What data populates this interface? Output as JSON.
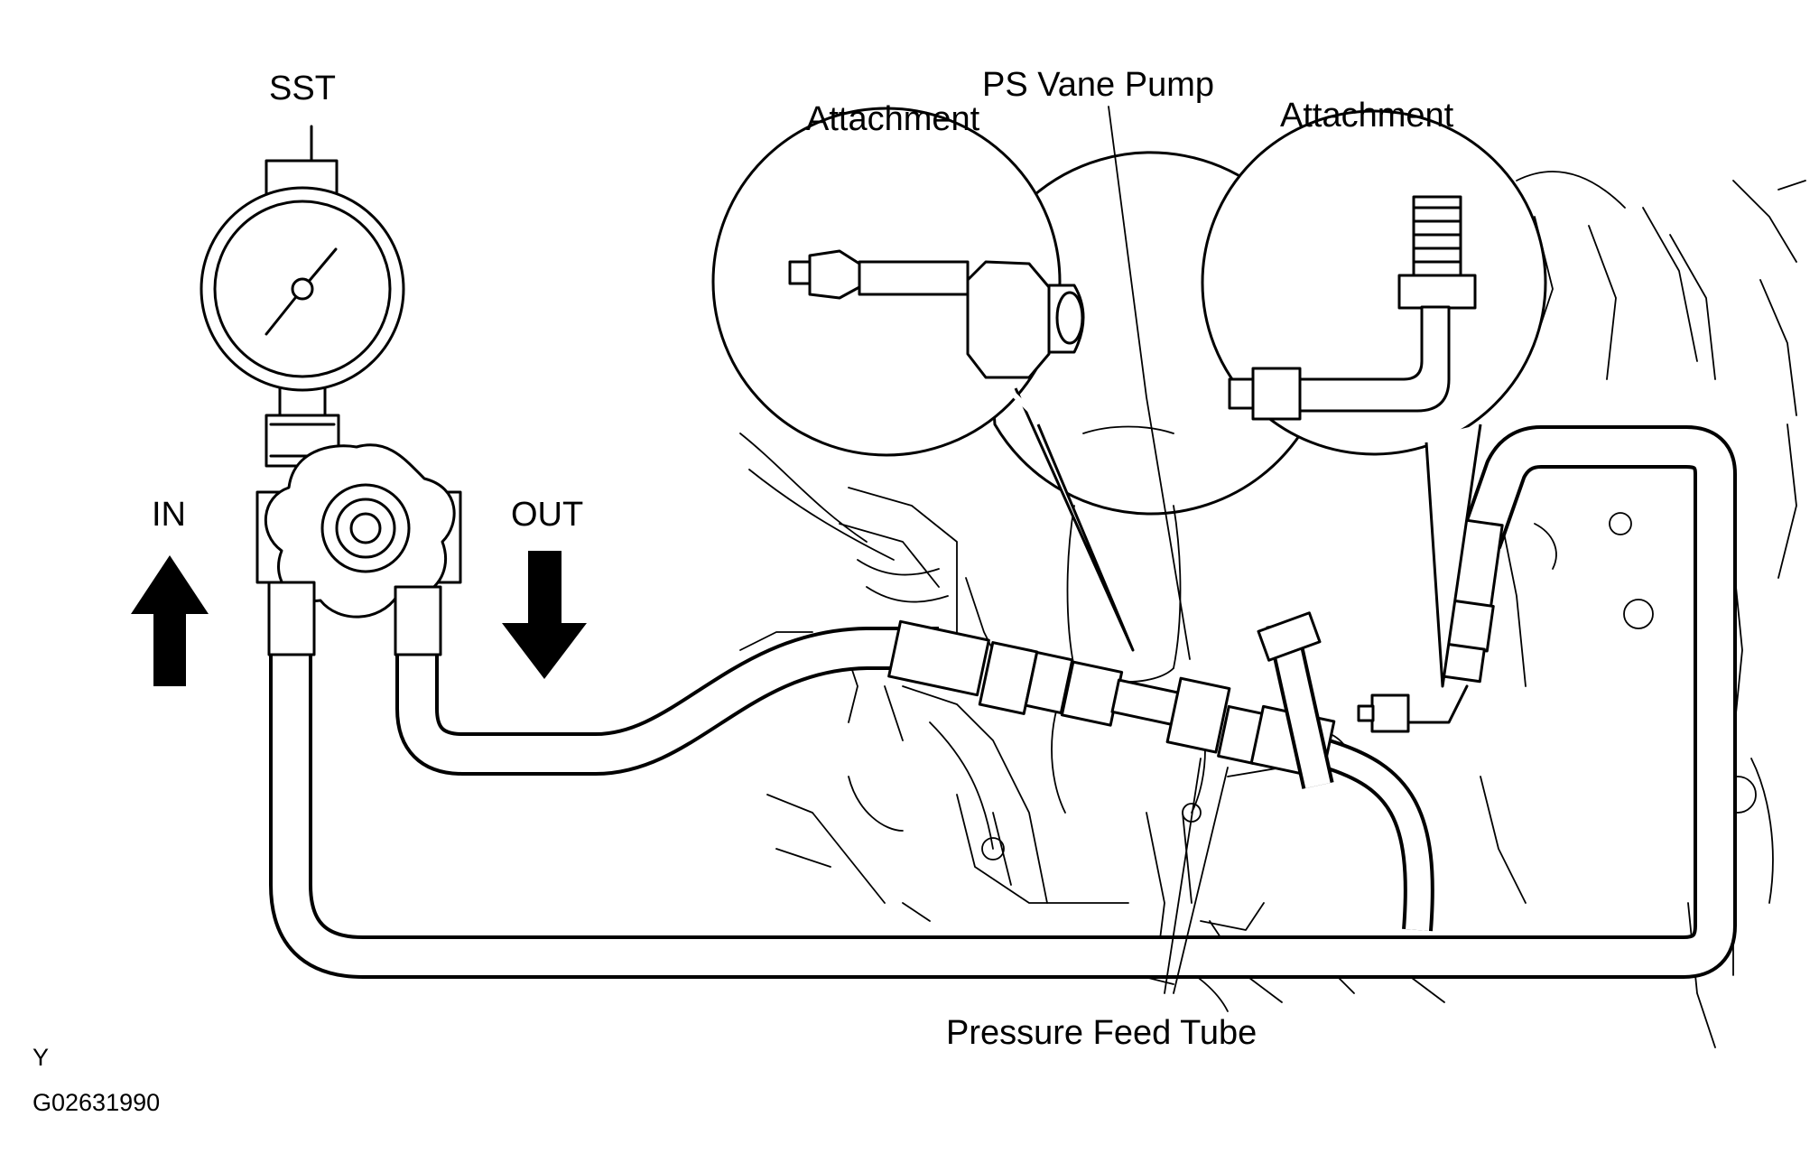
{
  "labels": {
    "sst": "SST",
    "ps_vane_pump": "PS Vane Pump",
    "attachment_left": "Attachment",
    "attachment_right": "Attachment",
    "in": "IN",
    "out": "OUT",
    "pressure_feed_tube": "Pressure Feed Tube",
    "corner_code": "Y",
    "figure_id": "G02631990"
  }
}
